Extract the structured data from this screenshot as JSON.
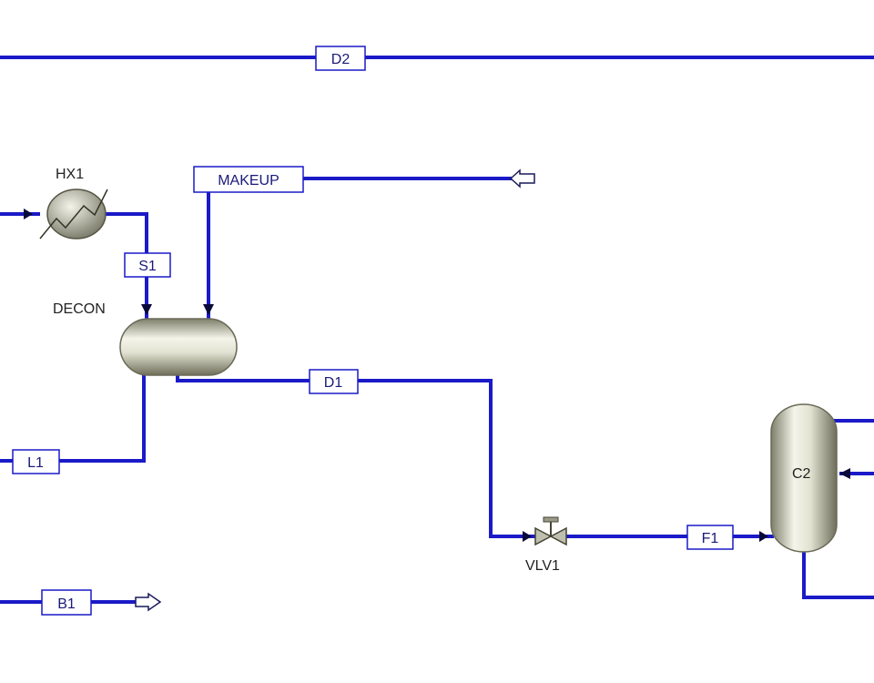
{
  "streams": {
    "d2": "D2",
    "makeup": "MAKEUP",
    "s1": "S1",
    "d1": "D1",
    "l1": "L1",
    "f1": "F1",
    "b1": "B1"
  },
  "blocks": {
    "hx1": "HX1",
    "decon": "DECON",
    "vlv1": "VLV1",
    "c2": "C2"
  },
  "colors": {
    "pipe": "#1a1ac8",
    "vessel_light": "#f2f2e6",
    "vessel_dark": "#8c8c78"
  }
}
